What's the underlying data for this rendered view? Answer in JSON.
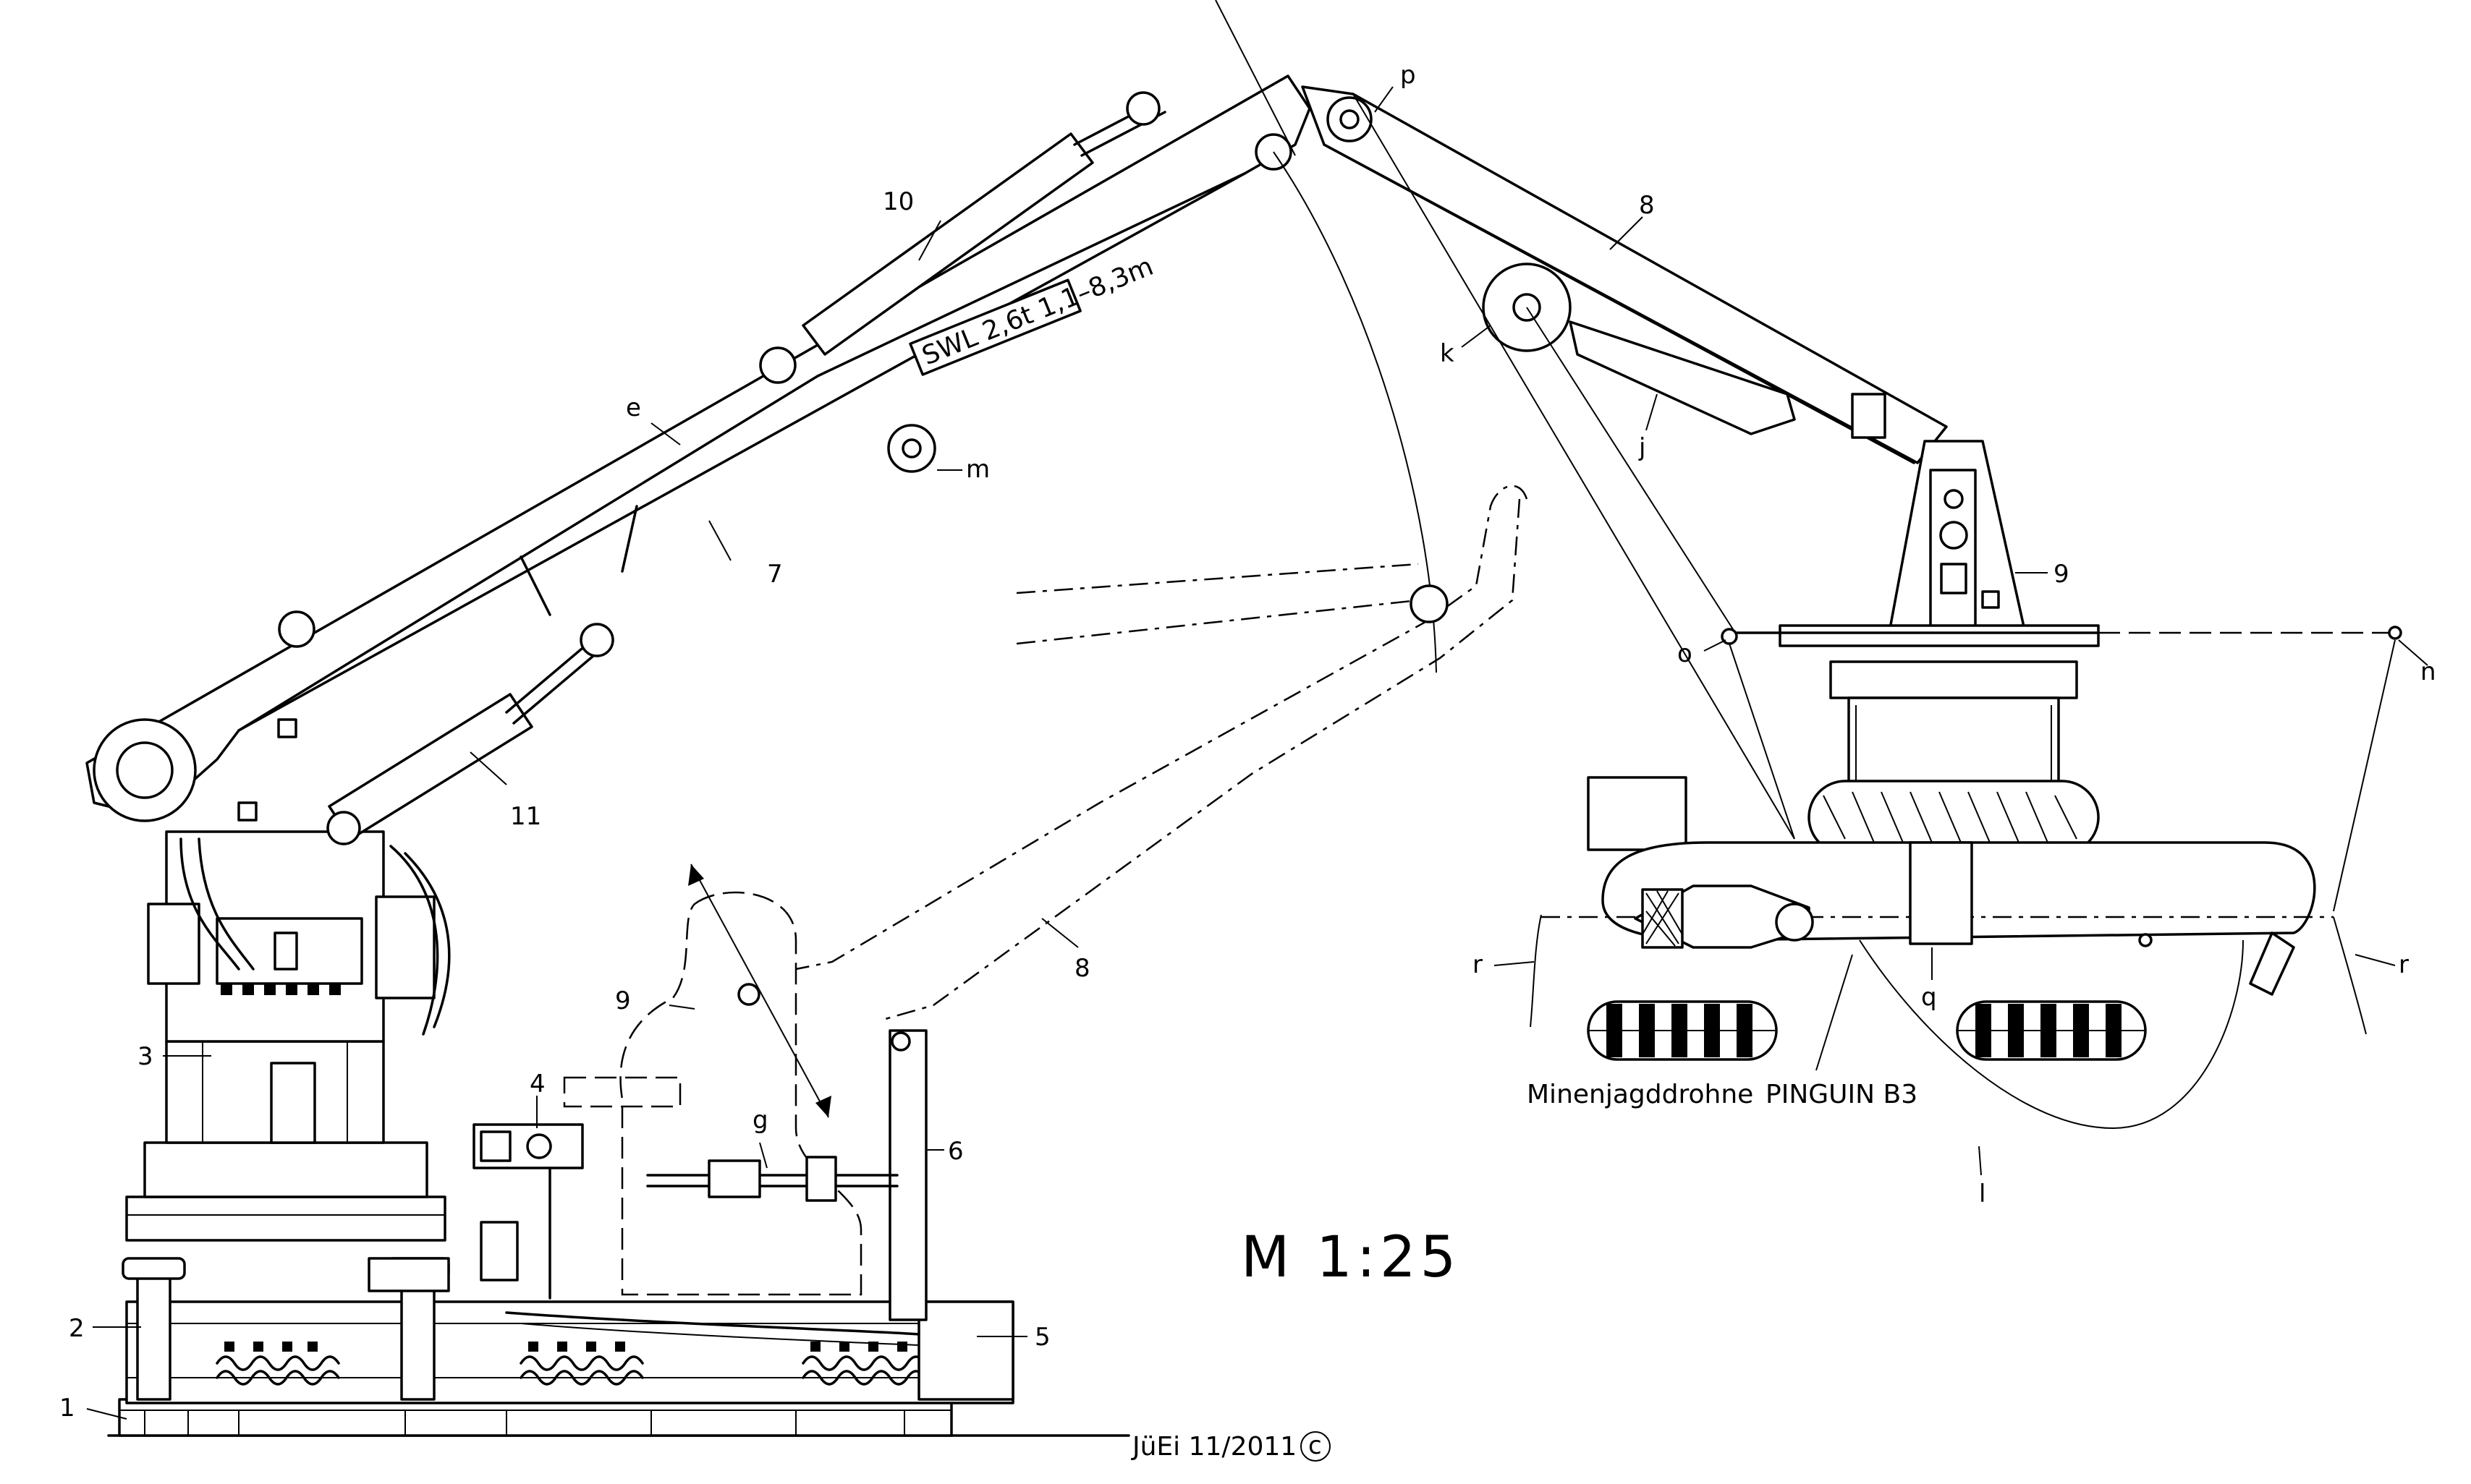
{
  "scale": "M 1:25",
  "signature": "JüEi 11/2011",
  "copyright_symbol": "c",
  "boom_marking": "SWL 2,6t 1,1–8,3m",
  "drone_caption_1": "Minenjagddrohne",
  "drone_caption_2": "PINGUIN B3",
  "part_labels": {
    "n1": "1",
    "n2": "2",
    "n3": "3",
    "n4": "4",
    "n5": "5",
    "n6": "6",
    "n7": "7",
    "n8": "8",
    "n8b": "8",
    "n9": "9",
    "n9b": "9",
    "n10": "10",
    "n11": "11",
    "e": "e",
    "g": "g",
    "j": "j",
    "k": "k",
    "l": "l",
    "m": "m",
    "n": "n",
    "o": "o",
    "p": "p",
    "q": "q",
    "r": "r",
    "r2": "r"
  }
}
